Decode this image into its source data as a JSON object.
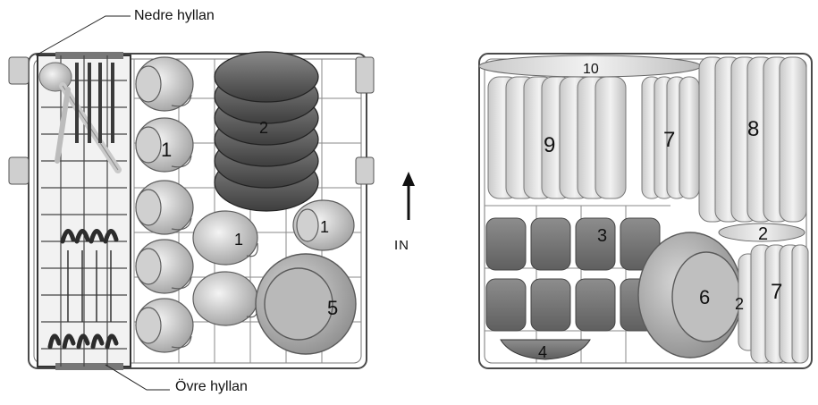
{
  "labels": {
    "top_shelf": "Nedre hyllan",
    "bottom_shelf": "Övre hyllan",
    "direction": "IN"
  },
  "left_rack": {
    "numbers": [
      "1",
      "2",
      "1",
      "1",
      "5"
    ]
  },
  "right_rack": {
    "numbers": [
      "10",
      "9",
      "7",
      "8",
      "3",
      "2",
      "6",
      "2",
      "7",
      "4"
    ]
  },
  "colors": {
    "wire": "#4a4a4a",
    "dish_light": "#e6e6e6",
    "dish_dark": "#5a5a5a",
    "dish_mid": "#9a9a9a"
  }
}
